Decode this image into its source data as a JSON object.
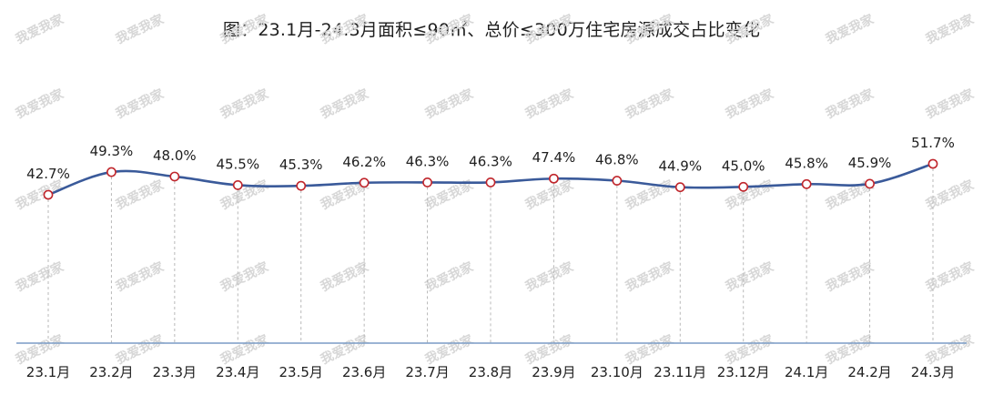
{
  "chart_data": {
    "type": "line",
    "title": "图：23.1月-24.3月面积≤90㎡、总价≤300万住宅房源成交占比变化",
    "categories": [
      "23.1月",
      "23.2月",
      "23.3月",
      "23.4月",
      "23.5月",
      "23.6月",
      "23.7月",
      "23.8月",
      "23.9月",
      "23.10月",
      "23.11月",
      "23.12月",
      "24.1月",
      "24.2月",
      "24.3月"
    ],
    "series": [
      {
        "values": [
          42.7,
          49.3,
          48.0,
          45.5,
          45.3,
          46.2,
          46.3,
          46.3,
          47.4,
          46.8,
          44.9,
          45.0,
          45.8,
          45.9,
          51.7
        ],
        "labels": [
          "42.7%",
          "49.3%",
          "48.0%",
          "45.5%",
          "45.3%",
          "46.2%",
          "46.3%",
          "46.3%",
          "47.4%",
          "46.8%",
          "44.9%",
          "45.0%",
          "45.8%",
          "45.9%",
          "51.7%"
        ]
      }
    ],
    "value_suffix": "%",
    "ylim": [
      0,
      60
    ],
    "grid": false,
    "drop_lines": true,
    "legend": "none",
    "colors": {
      "line": "#3a5a9a",
      "marker_stroke": "#c0262c",
      "marker_fill": "#ffffff",
      "axis": "#7a9cc6",
      "drop_line": "#b8b8b8"
    }
  },
  "watermark": {
    "text": "我爱我家",
    "color": "#d7d7d7"
  }
}
